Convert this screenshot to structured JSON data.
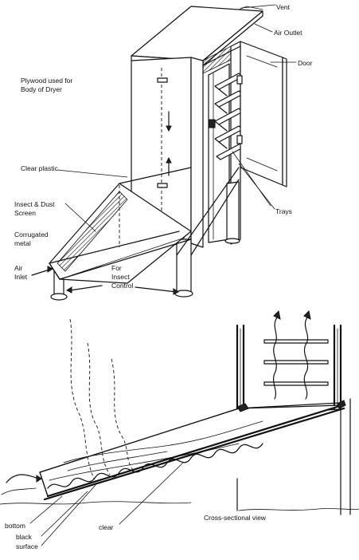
{
  "labels": {
    "vent": "Vent",
    "air_outlet": "Air Outlet",
    "door": "Door",
    "plywood": [
      "Plywood used for",
      "Body of Dryer"
    ],
    "clear_plastic": "Clear plastic",
    "insect_screen": [
      "Insect & Dust",
      "Screen"
    ],
    "corrugated_metal": [
      "Corrugated",
      "metal"
    ],
    "air_inlet": [
      "Air",
      "Inlet"
    ],
    "for_insect_control": [
      "For",
      "Insect",
      "Control"
    ],
    "trays": "Trays",
    "cross_sectional_view": "Cross-sectional view",
    "bottom": "bottom",
    "clear": "clear",
    "black_surface": [
      "black",
      "surface"
    ]
  }
}
